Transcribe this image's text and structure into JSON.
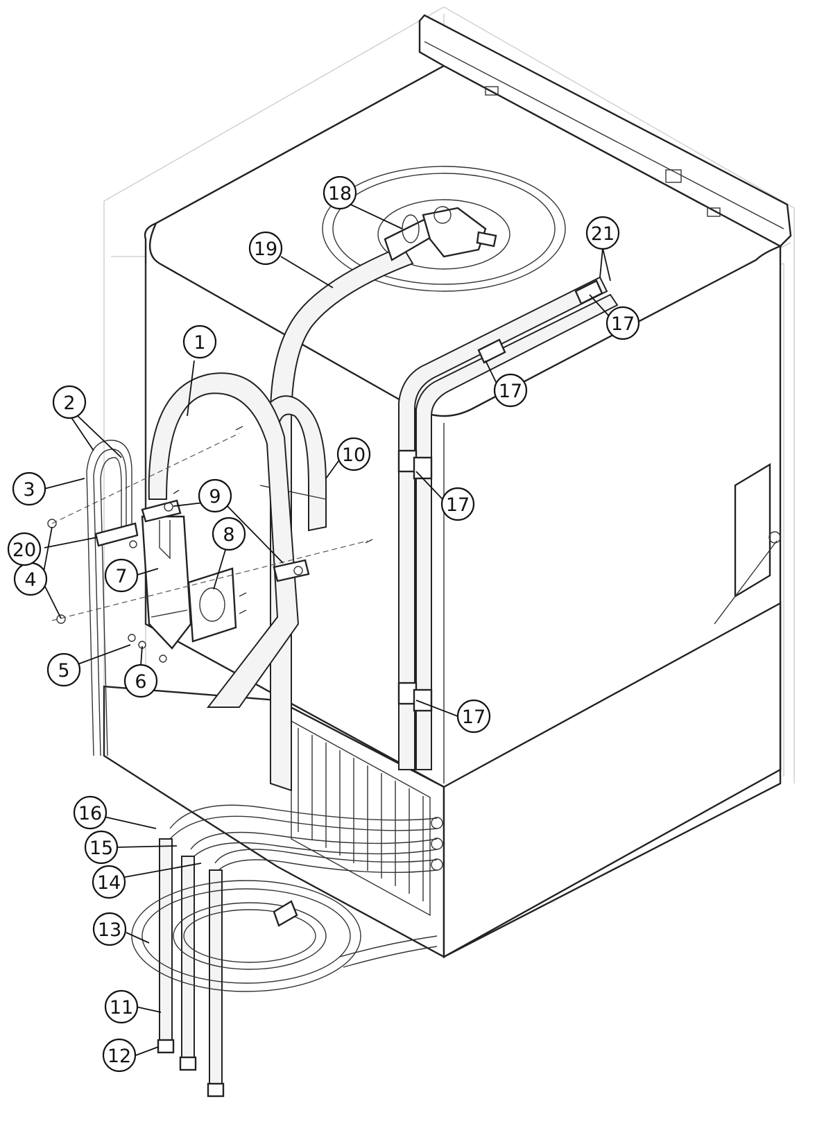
{
  "diagram": {
    "callouts": [
      {
        "id": "c1",
        "label": "1"
      },
      {
        "id": "c2",
        "label": "2"
      },
      {
        "id": "c3",
        "label": "3"
      },
      {
        "id": "c4",
        "label": "4"
      },
      {
        "id": "c5",
        "label": "5"
      },
      {
        "id": "c6",
        "label": "6"
      },
      {
        "id": "c7",
        "label": "7"
      },
      {
        "id": "c8",
        "label": "8"
      },
      {
        "id": "c9",
        "label": "9"
      },
      {
        "id": "c10",
        "label": "10"
      },
      {
        "id": "c11",
        "label": "11"
      },
      {
        "id": "c12",
        "label": "12"
      },
      {
        "id": "c13",
        "label": "13"
      },
      {
        "id": "c14",
        "label": "14"
      },
      {
        "id": "c15",
        "label": "15"
      },
      {
        "id": "c16",
        "label": "16"
      },
      {
        "id": "c17a",
        "label": "17"
      },
      {
        "id": "c17b",
        "label": "17"
      },
      {
        "id": "c17c",
        "label": "17"
      },
      {
        "id": "c17d",
        "label": "17"
      },
      {
        "id": "c18",
        "label": "18"
      },
      {
        "id": "c19",
        "label": "19"
      },
      {
        "id": "c20",
        "label": "20"
      },
      {
        "id": "c21",
        "label": "21"
      }
    ]
  }
}
